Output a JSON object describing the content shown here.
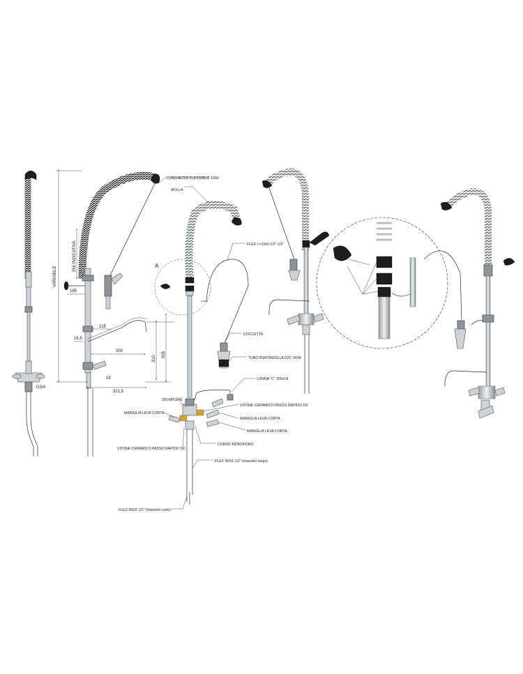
{
  "dimensions": {
    "variable": "VARIABILE",
    "indicative": "250 INDICATIVA",
    "d195": "195",
    "d215": "215",
    "d165": "16,5",
    "d300": "300",
    "d310": "310",
    "d505": "505",
    "d18": "18",
    "d3215": "321,5",
    "thread": "G3/4"
  },
  "detail_marker": "A",
  "labels": {
    "hose_length": "LUNGHEZZA FLESSIBILE 1000",
    "spring": "MOLLA",
    "flex_hose": "FLEX L=1000 1/2\"-1/2\"",
    "shower": "DOCCETTA",
    "spring_tube": "TUBO PORTAMOLLA D20 742M",
    "spout": "CANNA \"C\" 300x18",
    "diverter": "DEVIATORE",
    "ceramic_right": "VITONE CERAMICO PASSO RAPIDO DX",
    "short_lever_left": "MANIGLIA LEVA CORTA",
    "short_lever_1": "MANIGLIA LEVA CORTA",
    "short_lever_2": "MANIGLIA LEVA CORTA",
    "ceramic_left": "VITONE CERAMICO PASSO RAPIDO SX",
    "body": "CORPO MONOFORO",
    "flex_long": "FLEX INOX 1/2\" (maschio lungo)",
    "flex_short": "FLEX INOX 1/2\" (maschio corto)"
  },
  "colors": {
    "metal": "#cfd3d6",
    "metal_dark": "#8e9498",
    "knob": "#1d1d1d",
    "brass": "#d4a23a",
    "ink": "#2c2c2c"
  }
}
